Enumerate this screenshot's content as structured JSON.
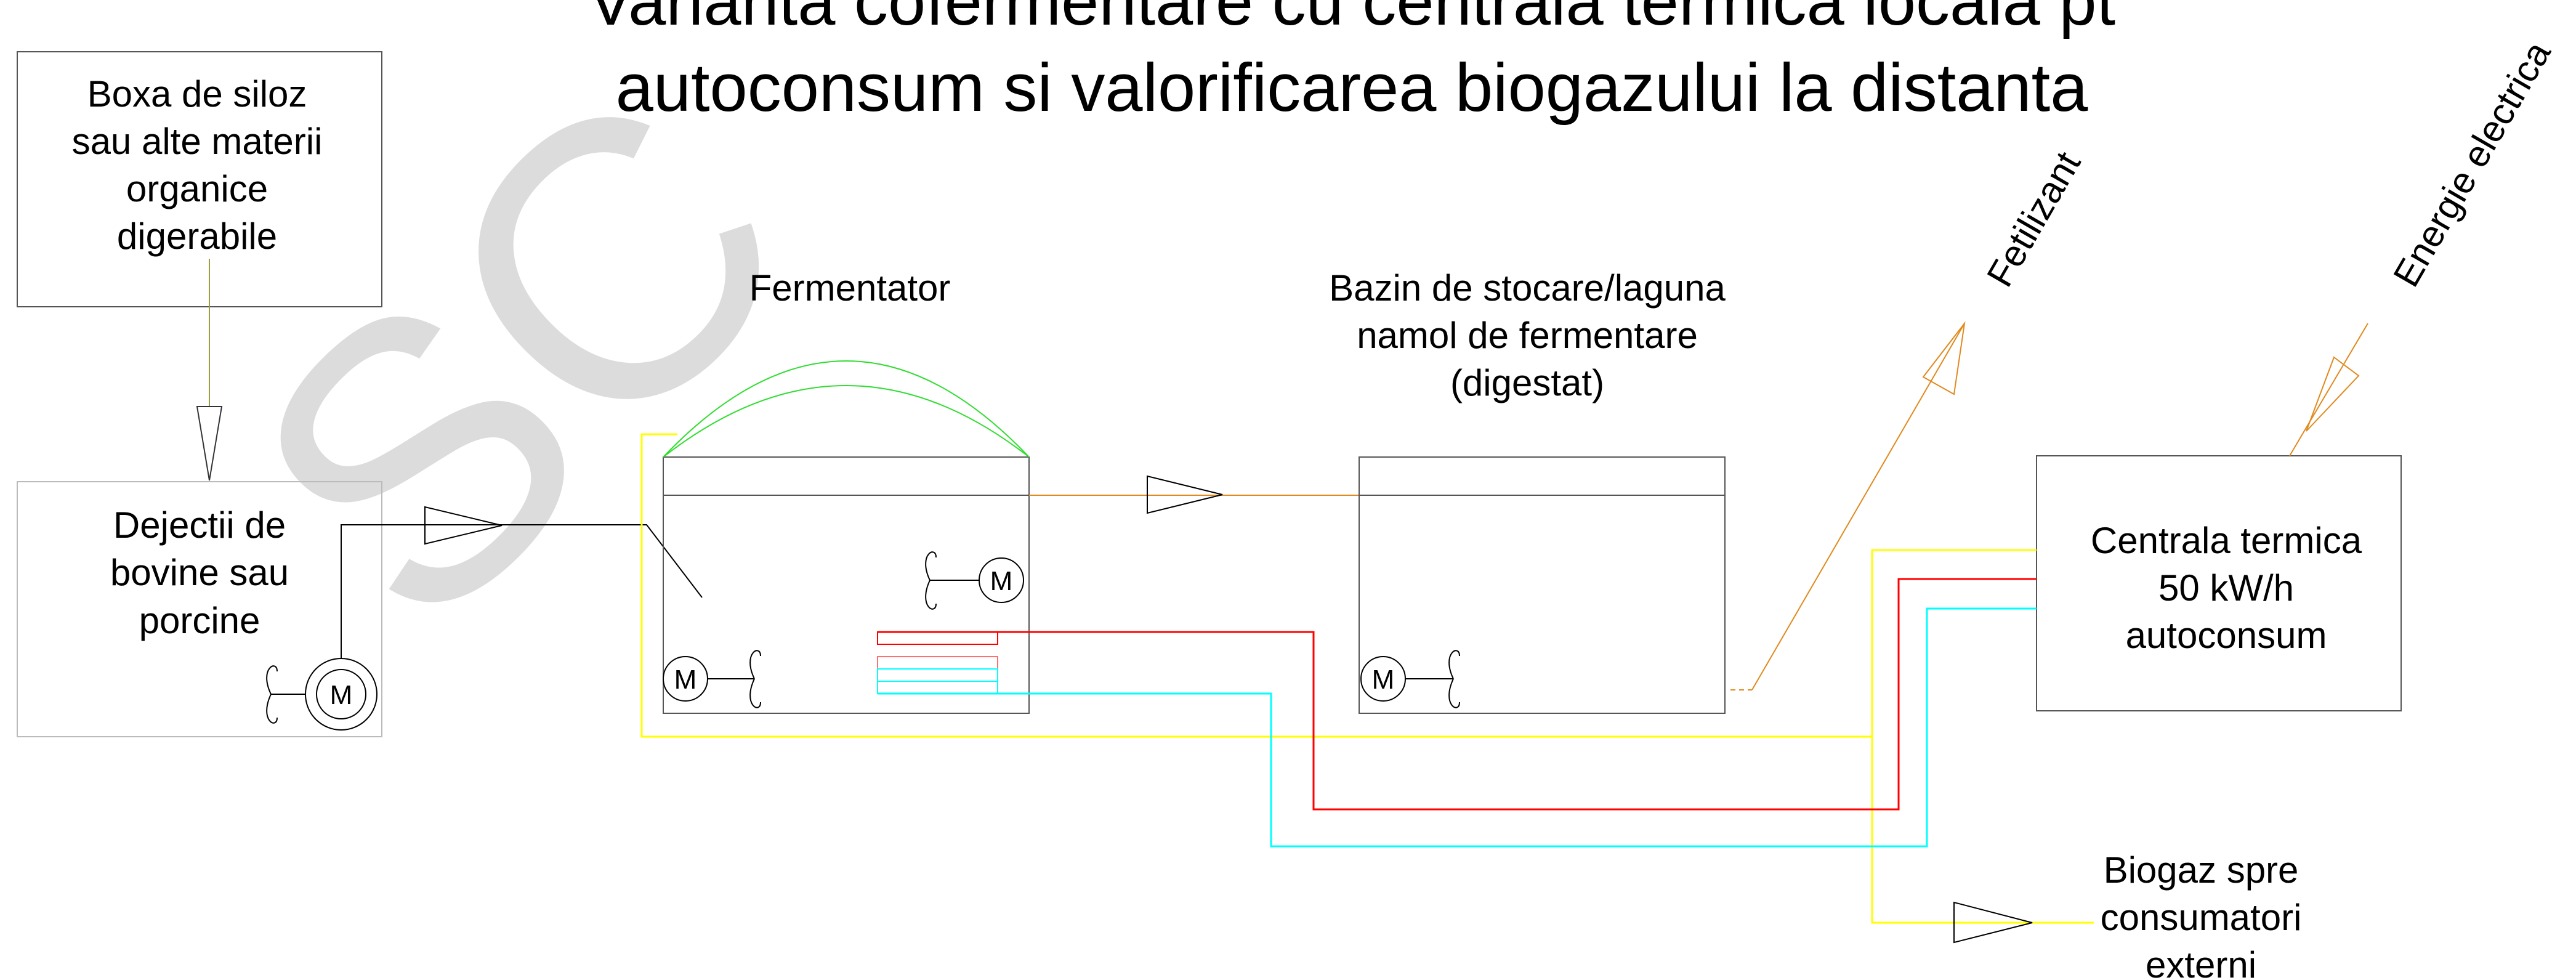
{
  "title": {
    "line1": "Varianta cofermentare cu centrala termica locala pt",
    "line2": "autoconsum si valorificarea biogazului la distanta"
  },
  "watermark": "SC",
  "boxes": {
    "silage": [
      "Boxa de siloz",
      "sau alte materii",
      "organice",
      "digerabile"
    ],
    "manure": [
      "Dejectii de",
      "bovine sau",
      "porcine"
    ],
    "fermenter": [
      "Fermentator"
    ],
    "storage": [
      "Bazin de stocare/laguna",
      "namol de fermentare",
      "(digestat)"
    ],
    "heating_plant": [
      "Centrala termica",
      "50 kW/h",
      "autoconsum"
    ]
  },
  "outputs": {
    "fertilizer": "Fetilizant",
    "electricity": "Energie electrica",
    "biogas": [
      "Biogaz spre",
      "consumatori",
      "externi"
    ]
  },
  "motor_label": "M",
  "colors": {
    "yellow": "#ffff00",
    "red": "#ff0000",
    "cyan": "#00ffff",
    "orange": "#e08a1e",
    "green": "#33dd33",
    "olive": "#9aa040"
  }
}
